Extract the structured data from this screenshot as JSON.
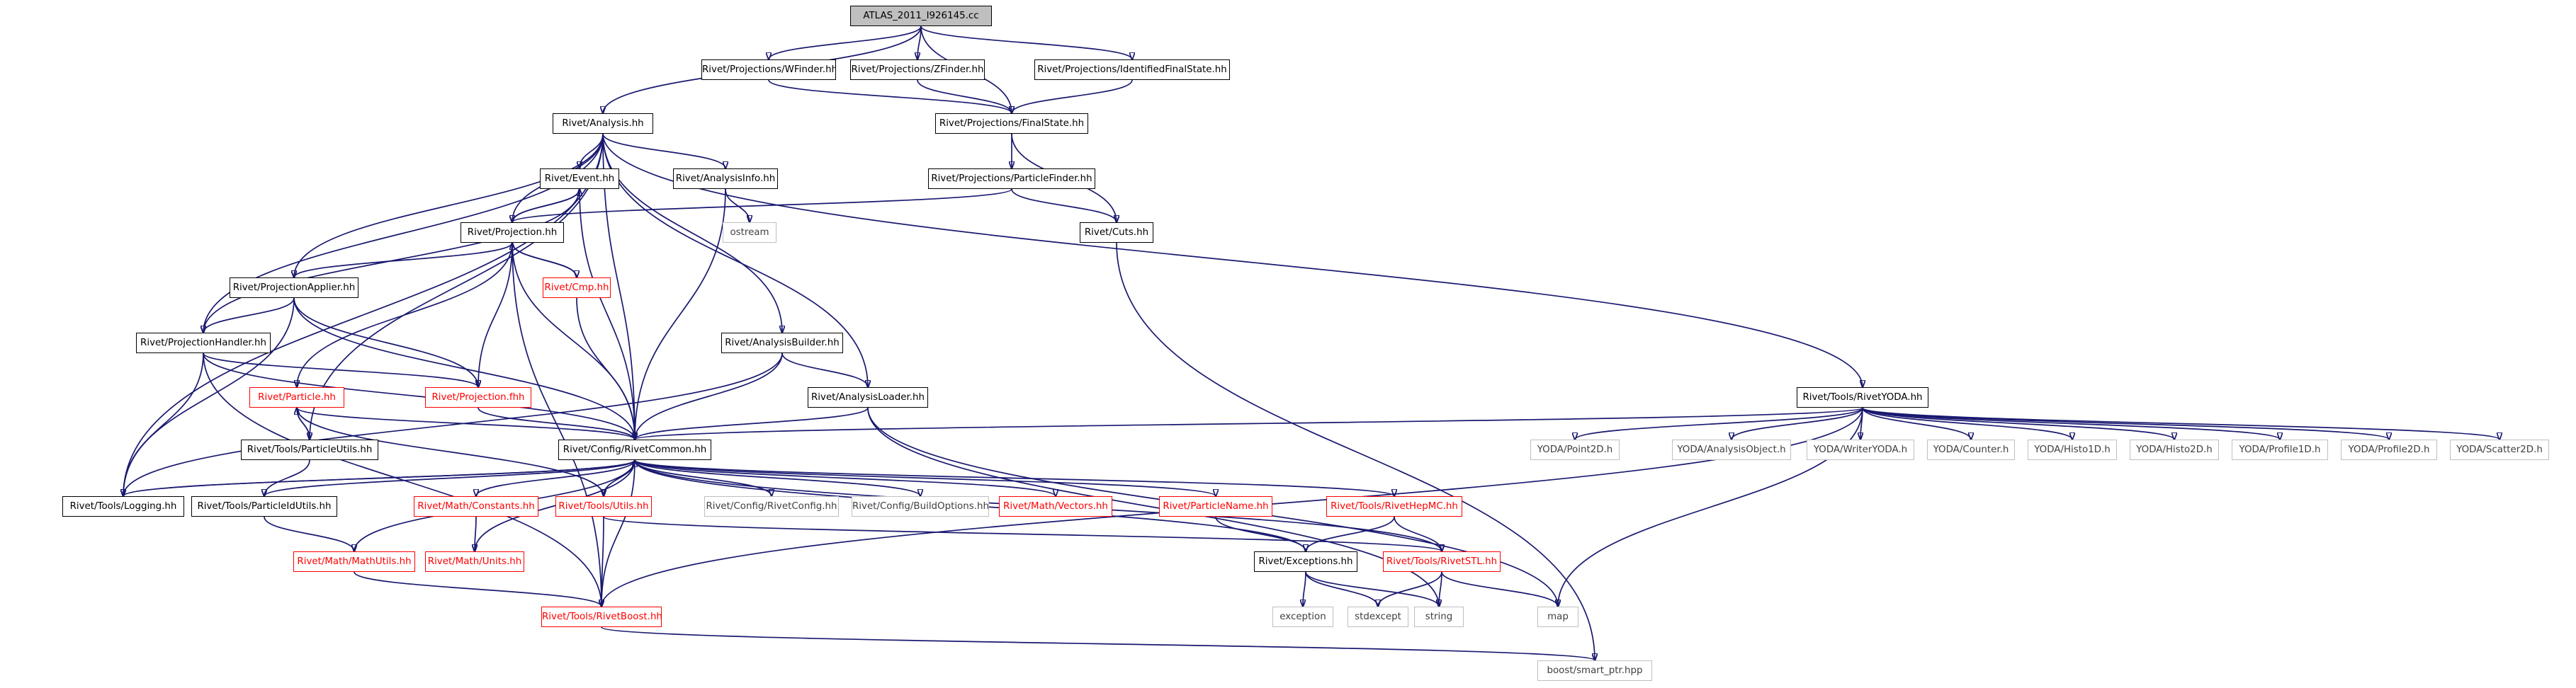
{
  "nodes": {
    "atlas_cc": {
      "label": "ATLAS_2011_I926145.cc",
      "style": "root"
    },
    "analysis": {
      "label": "Rivet/Analysis.hh",
      "style": "black"
    },
    "wfinder": {
      "label": "Rivet/Projections/WFinder.hh",
      "style": "black"
    },
    "zfinder": {
      "label": "Rivet/Projections/ZFinder.hh",
      "style": "black"
    },
    "idfinalstate": {
      "label": "Rivet/Projections/IdentifiedFinalState.hh",
      "style": "black"
    },
    "finalstate": {
      "label": "Rivet/Projections/FinalState.hh",
      "style": "black"
    },
    "particlefinder": {
      "label": "Rivet/Projections/ParticleFinder.hh",
      "style": "black"
    },
    "cuts": {
      "label": "Rivet/Cuts.hh",
      "style": "black"
    },
    "event": {
      "label": "Rivet/Event.hh",
      "style": "black"
    },
    "analysisinfo": {
      "label": "Rivet/AnalysisInfo.hh",
      "style": "black"
    },
    "ostream": {
      "label": "ostream",
      "style": "grey"
    },
    "projection": {
      "label": "Rivet/Projection.hh",
      "style": "black"
    },
    "cmp": {
      "label": "Rivet/Cmp.hh",
      "style": "red"
    },
    "projapplier": {
      "label": "Rivet/ProjectionApplier.hh",
      "style": "black"
    },
    "projhandler": {
      "label": "Rivet/ProjectionHandler.hh",
      "style": "black"
    },
    "analysisbuilder": {
      "label": "Rivet/AnalysisBuilder.hh",
      "style": "black"
    },
    "particle": {
      "label": "Rivet/Particle.hh",
      "style": "red"
    },
    "projfhh": {
      "label": "Rivet/Projection.fhh",
      "style": "red"
    },
    "analysisloader": {
      "label": "Rivet/AnalysisLoader.hh",
      "style": "black"
    },
    "particleutils": {
      "label": "Rivet/Tools/ParticleUtils.hh",
      "style": "black"
    },
    "rivetcommon": {
      "label": "Rivet/Config/RivetCommon.hh",
      "style": "black"
    },
    "logging": {
      "label": "Rivet/Tools/Logging.hh",
      "style": "black"
    },
    "particleidutils": {
      "label": "Rivet/Tools/ParticleIdUtils.hh",
      "style": "black"
    },
    "constants": {
      "label": "Rivet/Math/Constants.hh",
      "style": "red"
    },
    "utils": {
      "label": "Rivet/Tools/Utils.hh",
      "style": "red"
    },
    "rivetconfig": {
      "label": "Rivet/Config/RivetConfig.hh",
      "style": "grey"
    },
    "buildoptions": {
      "label": "Rivet/Config/BuildOptions.hh",
      "style": "grey"
    },
    "vectors": {
      "label": "Rivet/Math/Vectors.hh",
      "style": "red"
    },
    "particlename": {
      "label": "Rivet/ParticleName.hh",
      "style": "red"
    },
    "rivethepmc": {
      "label": "Rivet/Tools/RivetHepMC.hh",
      "style": "red"
    },
    "mathutils": {
      "label": "Rivet/Math/MathUtils.hh",
      "style": "red"
    },
    "units": {
      "label": "Rivet/Math/Units.hh",
      "style": "red"
    },
    "exceptions": {
      "label": "Rivet/Exceptions.hh",
      "style": "black"
    },
    "rivetstl": {
      "label": "Rivet/Tools/RivetSTL.hh",
      "style": "red"
    },
    "rivetboost": {
      "label": "Rivet/Tools/RivetBoost.hh",
      "style": "red"
    },
    "exception": {
      "label": "exception",
      "style": "grey"
    },
    "stdexcept": {
      "label": "stdexcept",
      "style": "grey"
    },
    "string": {
      "label": "string",
      "style": "grey"
    },
    "map": {
      "label": "map",
      "style": "grey"
    },
    "smartptr": {
      "label": "boost/smart_ptr.hpp",
      "style": "grey"
    },
    "rivetyoda": {
      "label": "Rivet/Tools/RivetYODA.hh",
      "style": "black"
    },
    "point2d": {
      "label": "YODA/Point2D.h",
      "style": "grey"
    },
    "analysisobject": {
      "label": "YODA/AnalysisObject.h",
      "style": "grey"
    },
    "writeryoda": {
      "label": "YODA/WriterYODA.h",
      "style": "grey"
    },
    "counter": {
      "label": "YODA/Counter.h",
      "style": "grey"
    },
    "histo1d": {
      "label": "YODA/Histo1D.h",
      "style": "grey"
    },
    "histo2d": {
      "label": "YODA/Histo2D.h",
      "style": "grey"
    },
    "profile1d": {
      "label": "YODA/Profile1D.h",
      "style": "grey"
    },
    "profile2d": {
      "label": "YODA/Profile2D.h",
      "style": "grey"
    },
    "scatter2d": {
      "label": "YODA/Scatter2D.h",
      "style": "grey"
    }
  },
  "edges": [
    [
      "atlas_cc",
      "analysis"
    ],
    [
      "atlas_cc",
      "wfinder"
    ],
    [
      "atlas_cc",
      "zfinder"
    ],
    [
      "atlas_cc",
      "idfinalstate"
    ],
    [
      "atlas_cc",
      "finalstate"
    ],
    [
      "wfinder",
      "finalstate"
    ],
    [
      "zfinder",
      "finalstate"
    ],
    [
      "idfinalstate",
      "finalstate"
    ],
    [
      "finalstate",
      "particlefinder"
    ],
    [
      "finalstate",
      "cuts"
    ],
    [
      "particlefinder",
      "cuts"
    ],
    [
      "particlefinder",
      "projection"
    ],
    [
      "cuts",
      "smartptr"
    ],
    [
      "analysis",
      "event"
    ],
    [
      "analysis",
      "analysisinfo"
    ],
    [
      "analysis",
      "projection"
    ],
    [
      "analysis",
      "projapplier"
    ],
    [
      "analysis",
      "projhandler"
    ],
    [
      "analysis",
      "analysisbuilder"
    ],
    [
      "analysis",
      "analysisloader"
    ],
    [
      "analysis",
      "rivetcommon"
    ],
    [
      "analysis",
      "logging"
    ],
    [
      "analysis",
      "particleutils"
    ],
    [
      "analysis",
      "rivetyoda"
    ],
    [
      "event",
      "projection"
    ],
    [
      "event",
      "projhandler"
    ],
    [
      "event",
      "rivetcommon"
    ],
    [
      "analysisinfo",
      "ostream"
    ],
    [
      "analysisinfo",
      "rivetcommon"
    ],
    [
      "projection",
      "event"
    ],
    [
      "projection",
      "cmp"
    ],
    [
      "projection",
      "projapplier"
    ],
    [
      "projection",
      "projfhh"
    ],
    [
      "projection",
      "rivetcommon"
    ],
    [
      "projection",
      "particle"
    ],
    [
      "projection",
      "rivetboost"
    ],
    [
      "cmp",
      "projection"
    ],
    [
      "cmp",
      "rivetcommon"
    ],
    [
      "projapplier",
      "projhandler"
    ],
    [
      "projapplier",
      "projfhh"
    ],
    [
      "projapplier",
      "rivetcommon"
    ],
    [
      "projapplier",
      "logging"
    ],
    [
      "projhandler",
      "projfhh"
    ],
    [
      "projhandler",
      "rivetcommon"
    ],
    [
      "projhandler",
      "logging"
    ],
    [
      "projhandler",
      "rivetboost"
    ],
    [
      "analysisbuilder",
      "analysisloader"
    ],
    [
      "analysisbuilder",
      "rivetcommon"
    ],
    [
      "analysisbuilder",
      "logging"
    ],
    [
      "analysisloader",
      "rivetcommon"
    ],
    [
      "analysisloader",
      "map"
    ],
    [
      "analysisloader",
      "string"
    ],
    [
      "projfhh",
      "rivetcommon"
    ],
    [
      "particle",
      "particleutils"
    ],
    [
      "particle",
      "rivetcommon"
    ],
    [
      "particle",
      "utils"
    ],
    [
      "particleutils",
      "particle"
    ],
    [
      "particleutils",
      "particleidutils"
    ],
    [
      "rivetcommon",
      "logging"
    ],
    [
      "rivetcommon",
      "particleidutils"
    ],
    [
      "rivetcommon",
      "constants"
    ],
    [
      "rivetcommon",
      "utils"
    ],
    [
      "rivetcommon",
      "rivetconfig"
    ],
    [
      "rivetcommon",
      "buildoptions"
    ],
    [
      "rivetcommon",
      "vectors"
    ],
    [
      "rivetcommon",
      "particlename"
    ],
    [
      "rivetcommon",
      "rivethepmc"
    ],
    [
      "rivetcommon",
      "exceptions"
    ],
    [
      "rivetcommon",
      "rivetstl"
    ],
    [
      "rivetcommon",
      "rivetboost"
    ],
    [
      "rivetcommon",
      "mathutils"
    ],
    [
      "rivetcommon",
      "units"
    ],
    [
      "logging",
      "rivetcommon"
    ],
    [
      "particleidutils",
      "mathutils"
    ],
    [
      "constants",
      "units"
    ],
    [
      "utils",
      "rivetstl"
    ],
    [
      "utils",
      "rivetboost"
    ],
    [
      "mathutils",
      "rivetboost"
    ],
    [
      "particlename",
      "exceptions"
    ],
    [
      "rivethepmc",
      "exceptions"
    ],
    [
      "rivethepmc",
      "rivetstl"
    ],
    [
      "exceptions",
      "exception"
    ],
    [
      "exceptions",
      "stdexcept"
    ],
    [
      "exceptions",
      "string"
    ],
    [
      "rivetstl",
      "stdexcept"
    ],
    [
      "rivetstl",
      "string"
    ],
    [
      "rivetstl",
      "map"
    ],
    [
      "rivetboost",
      "smartptr"
    ],
    [
      "rivetyoda",
      "rivetcommon"
    ],
    [
      "rivetyoda",
      "rivetboost"
    ],
    [
      "rivetyoda",
      "map"
    ],
    [
      "rivetyoda",
      "point2d"
    ],
    [
      "rivetyoda",
      "analysisobject"
    ],
    [
      "rivetyoda",
      "writeryoda"
    ],
    [
      "rivetyoda",
      "counter"
    ],
    [
      "rivetyoda",
      "histo1d"
    ],
    [
      "rivetyoda",
      "histo2d"
    ],
    [
      "rivetyoda",
      "profile1d"
    ],
    [
      "rivetyoda",
      "profile2d"
    ],
    [
      "rivetyoda",
      "scatter2d"
    ]
  ]
}
